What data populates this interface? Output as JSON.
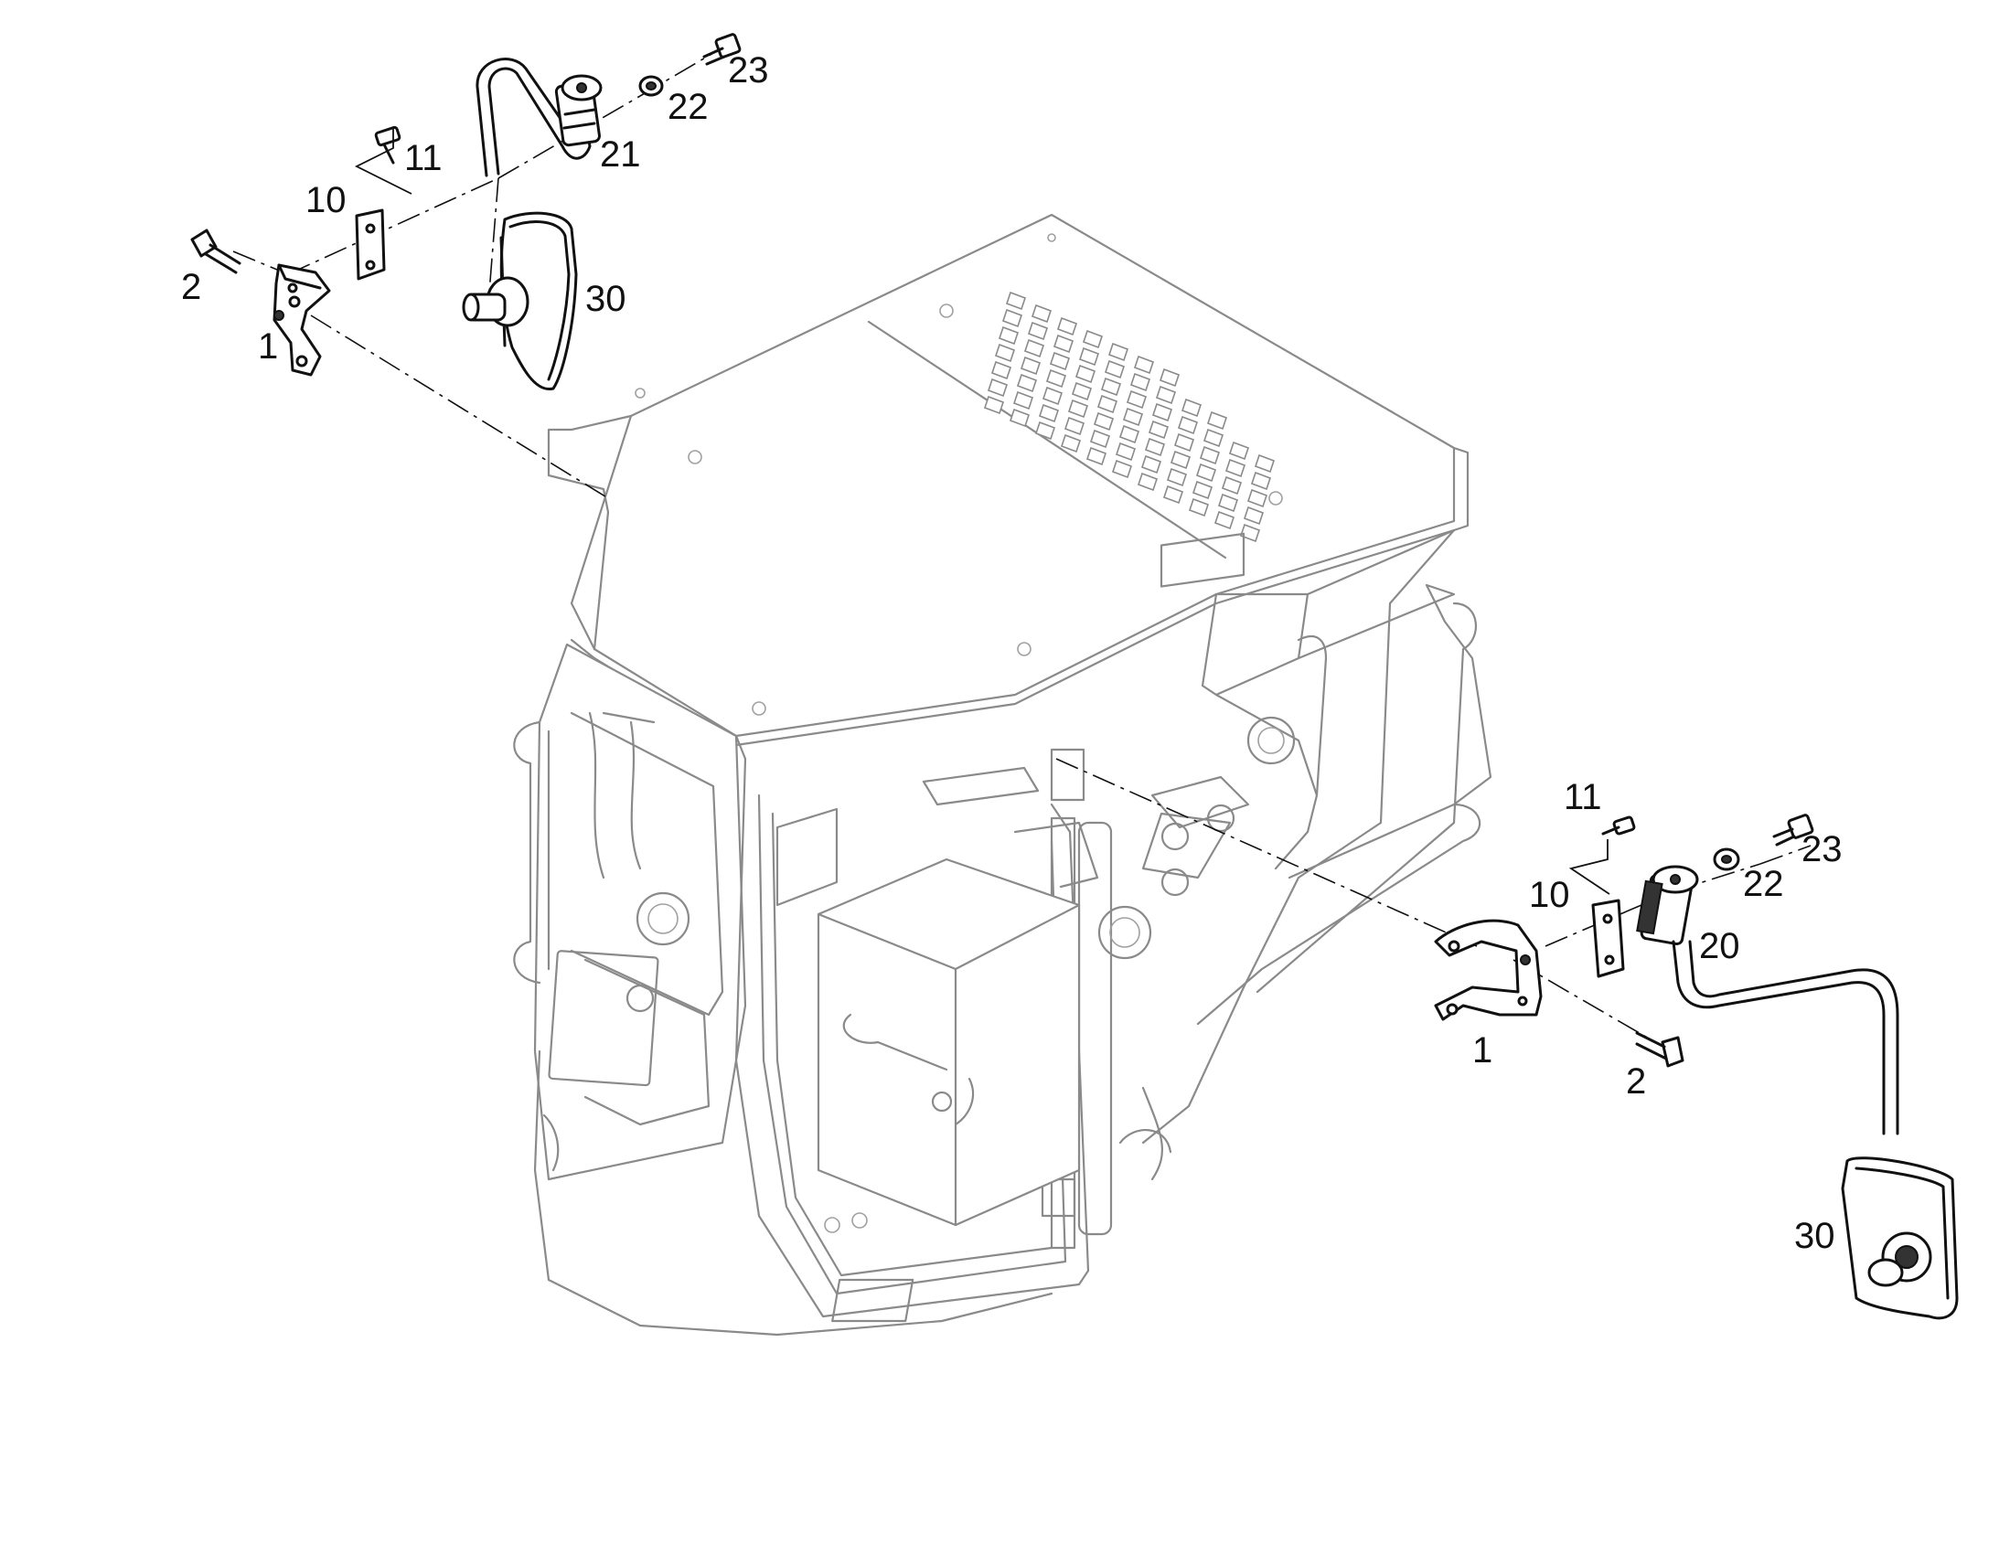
{
  "callouts": {
    "left": {
      "p1": "1",
      "p2": "2",
      "p10": "10",
      "p11": "11",
      "p21": "21",
      "p22": "22",
      "p23": "23",
      "p30": "30"
    },
    "right": {
      "p1": "1",
      "p2": "2",
      "p10": "10",
      "p11": "11",
      "p20": "20",
      "p22": "22",
      "p23": "23",
      "p30": "30"
    }
  }
}
